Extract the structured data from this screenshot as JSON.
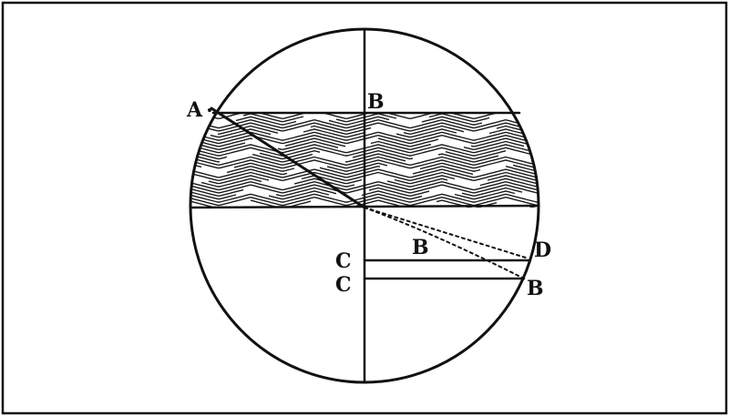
{
  "colors": {
    "ink": "#111111",
    "paper": "#ffffff",
    "hatch": "#1a1a1a"
  },
  "labels": {
    "a_top_left": "A",
    "b_top_center": "B",
    "c_upper": "C",
    "b_mid": "B",
    "d_right": "D",
    "c_lower": "C",
    "b_lower_right": "B"
  }
}
